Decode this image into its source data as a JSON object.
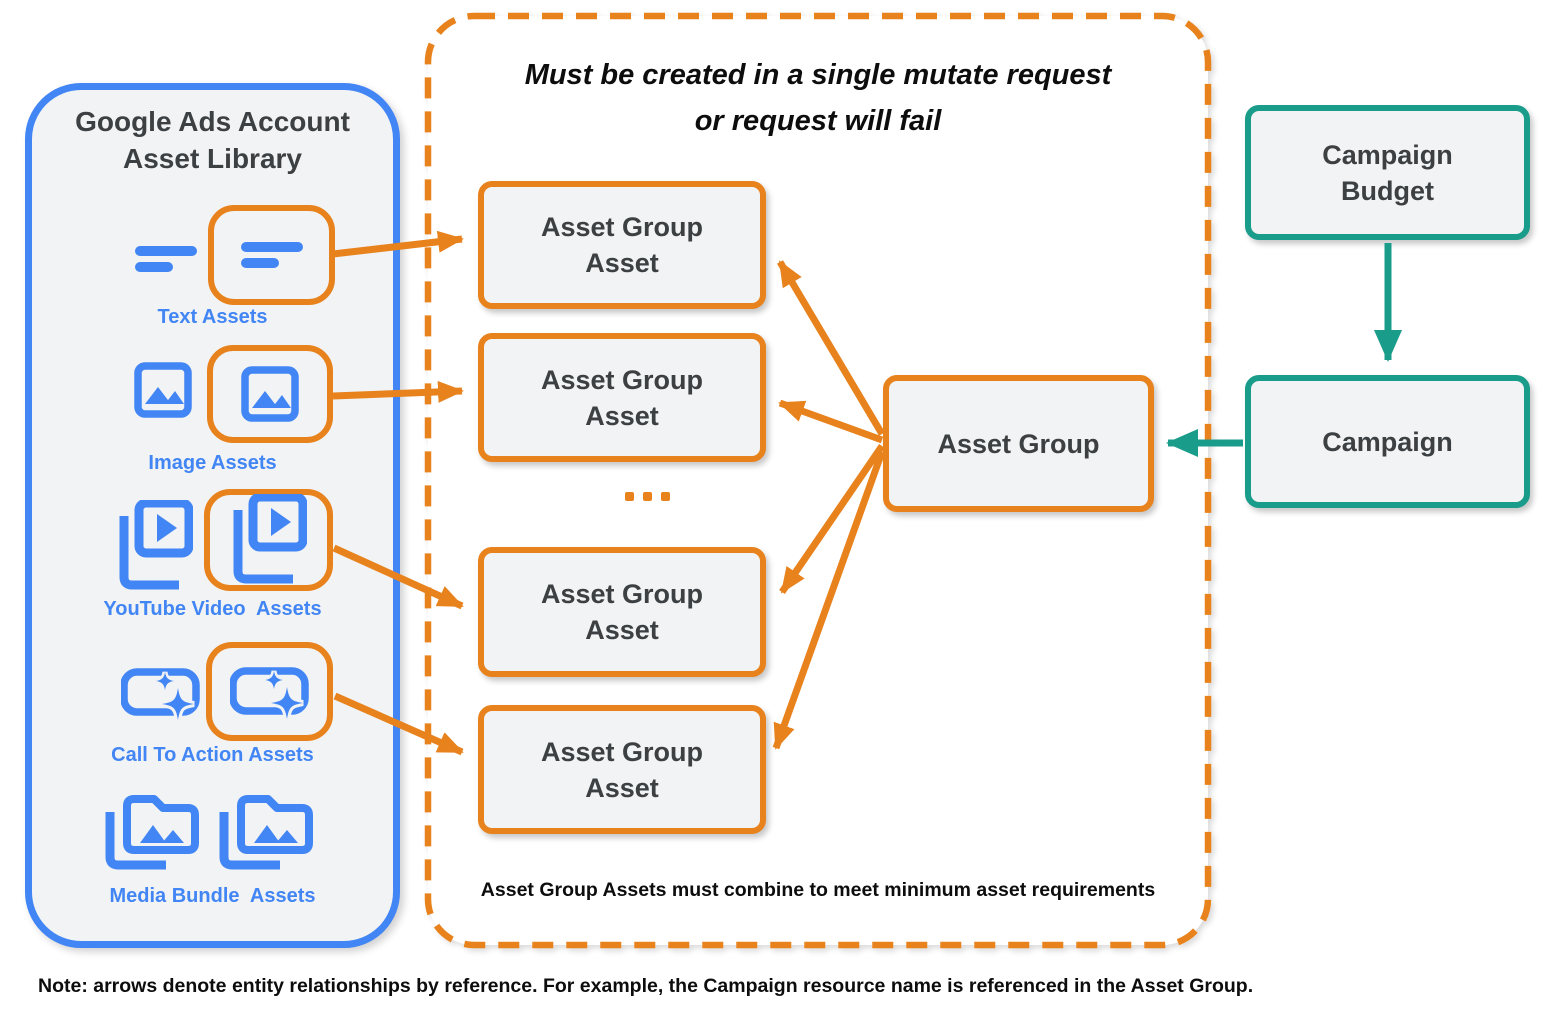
{
  "library": {
    "title_line1": "Google Ads Account",
    "title_line2": "Asset Library",
    "items": [
      {
        "label": "Text Assets",
        "icon": "text-assets-icon"
      },
      {
        "label": "Image Assets",
        "icon": "image-assets-icon"
      },
      {
        "label": "YouTube Video  Assets",
        "icon": "youtube-video-assets-icon"
      },
      {
        "label": "Call To Action Assets",
        "icon": "call-to-action-assets-icon"
      },
      {
        "label": "Media Bundle  Assets",
        "icon": "media-bundle-assets-icon"
      }
    ]
  },
  "mutate_container": {
    "title_line1": "Must be created in a single mutate request",
    "title_line2": "or request will fail",
    "asset_group_asset_line1": "Asset Group",
    "asset_group_asset_line2": "Asset",
    "ellipsis": "...",
    "footnote": "Asset Group Assets must combine to meet minimum asset requirements"
  },
  "entities": {
    "asset_group": "Asset Group",
    "campaign": "Campaign",
    "campaign_budget_line1": "Campaign",
    "campaign_budget_line2": "Budget"
  },
  "note": "Note: arrows denote entity relationships by reference. For example, the Campaign resource name is referenced in the Asset Group.",
  "colors": {
    "orange": "#E8821D",
    "blue": "#4285F4",
    "teal": "#1A9C8B",
    "node_fill": "#F1F3F4",
    "text_dark": "#3C4043"
  }
}
